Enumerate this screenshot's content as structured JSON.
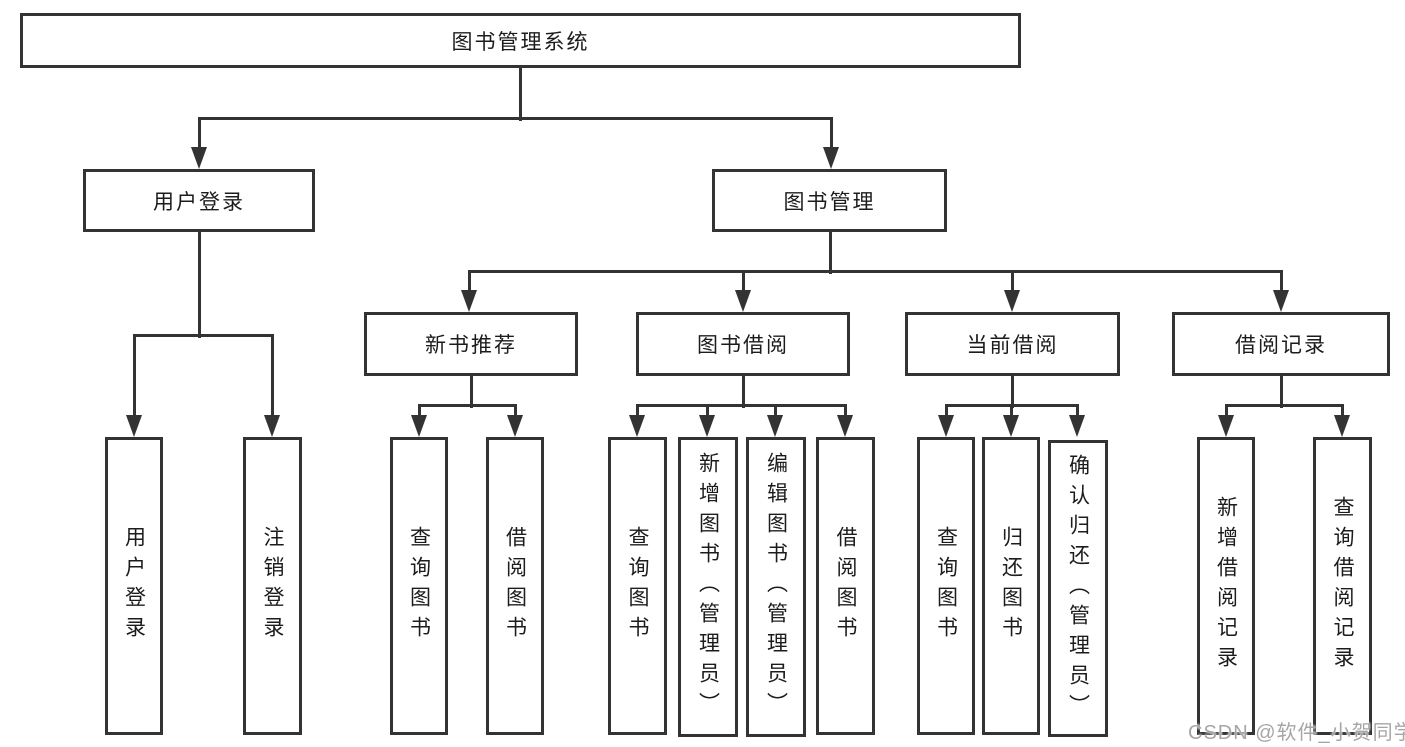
{
  "tree": {
    "root": {
      "label": "图书管理系统"
    },
    "level2": {
      "user_login": {
        "label": "用户登录"
      },
      "book_mgmt": {
        "label": "图书管理"
      }
    },
    "level3": {
      "new_book_rec": {
        "label": "新书推荐"
      },
      "book_borrow": {
        "label": "图书借阅"
      },
      "current_borrow": {
        "label": "当前借阅"
      },
      "borrow_record": {
        "label": "借阅记录"
      }
    },
    "leaves": {
      "user_login": [
        "用户登录",
        "注销登录"
      ],
      "new_book_rec": [
        "查询图书",
        "借阅图书"
      ],
      "book_borrow": [
        "查询图书",
        "新增图书（管理员）",
        "编辑图书（管理员）",
        "借阅图书"
      ],
      "current_borrow": [
        "查询图书",
        "归还图书",
        "确认归还（管理员）"
      ],
      "borrow_record": [
        "新增借阅记录",
        "查询借阅记录"
      ]
    }
  },
  "watermark": {
    "text": "CSDN @软件_小贺同学"
  },
  "colors": {
    "line": "#333333",
    "border": "#333333",
    "text": "#1c1c1c",
    "watermark": "#a6a6a6",
    "background": "#ffffff"
  }
}
